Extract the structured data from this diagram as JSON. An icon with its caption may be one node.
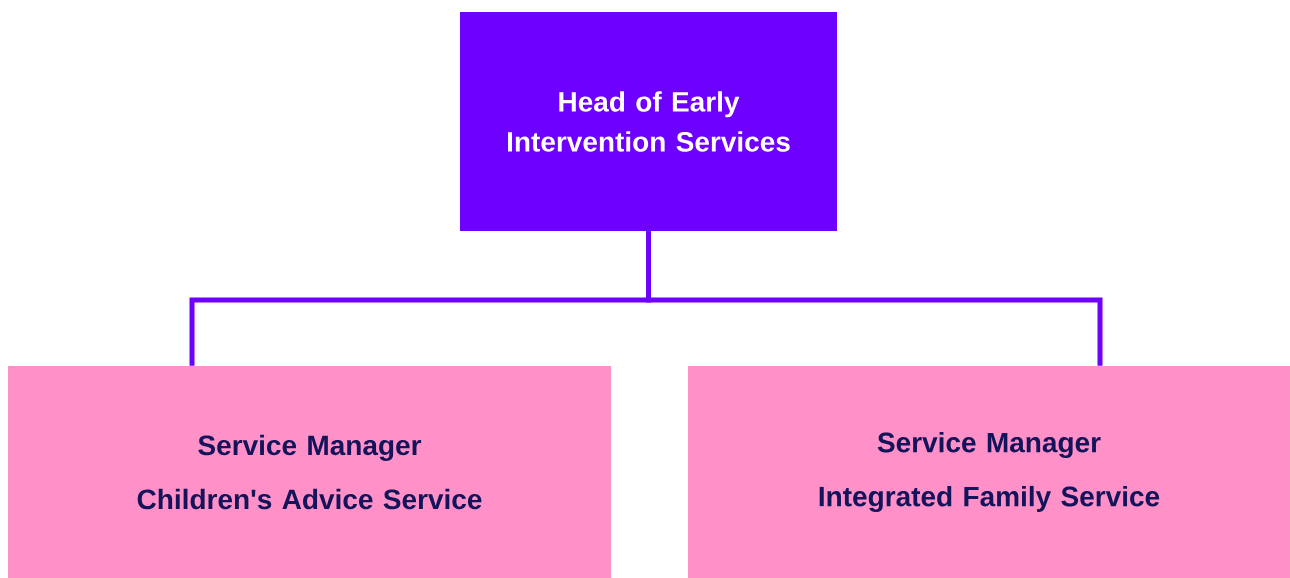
{
  "diagram": {
    "nodes": [
      {
        "text": [
          "Head of Early Intervention Services"
        ]
      },
      {
        "text": [
          "Service Manager",
          "Children's Advice Service"
        ]
      },
      {
        "text": [
          "Service Manager",
          "Integrated Family Service"
        ]
      }
    ],
    "edges": [
      {
        "from": 0,
        "to": 1,
        "arrow": "none"
      },
      {
        "from": 0,
        "to": 2,
        "arrow": "none"
      }
    ]
  }
}
